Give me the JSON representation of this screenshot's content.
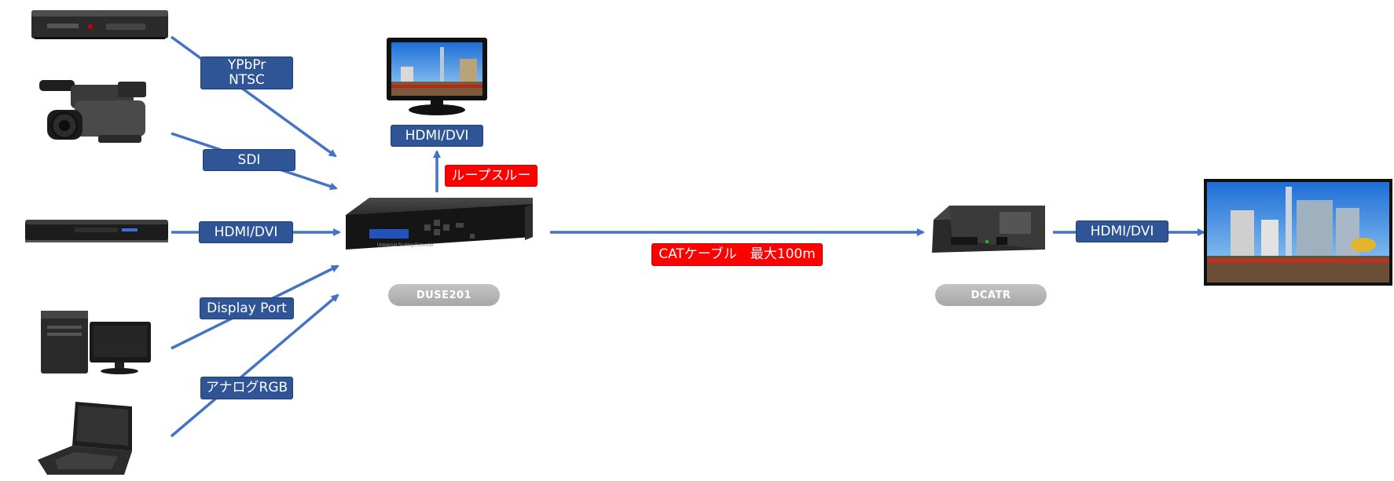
{
  "labels": {
    "ypbpr": "YPbPr\nNTSC",
    "sdi": "SDI",
    "hdmi_in": "HDMI/DVI",
    "displayport": "Display Port",
    "analog_rgb": "アナログRGB",
    "hdmi_monitor": "HDMI/DVI",
    "loop_through": "ループスルー",
    "cat_cable": "CATケーブル　最大100m",
    "hdmi_out": "HDMI/DVI"
  },
  "devices": {
    "scaler_name": "DUSE201",
    "receiver_name": "DCATR",
    "scaler_face_text": "Universal Scaling Extender"
  },
  "colors": {
    "arrow": "#4472c4",
    "label_blue": "#2f5597",
    "label_red": "#ff0000",
    "pill_gray": "#b0b0b0"
  }
}
